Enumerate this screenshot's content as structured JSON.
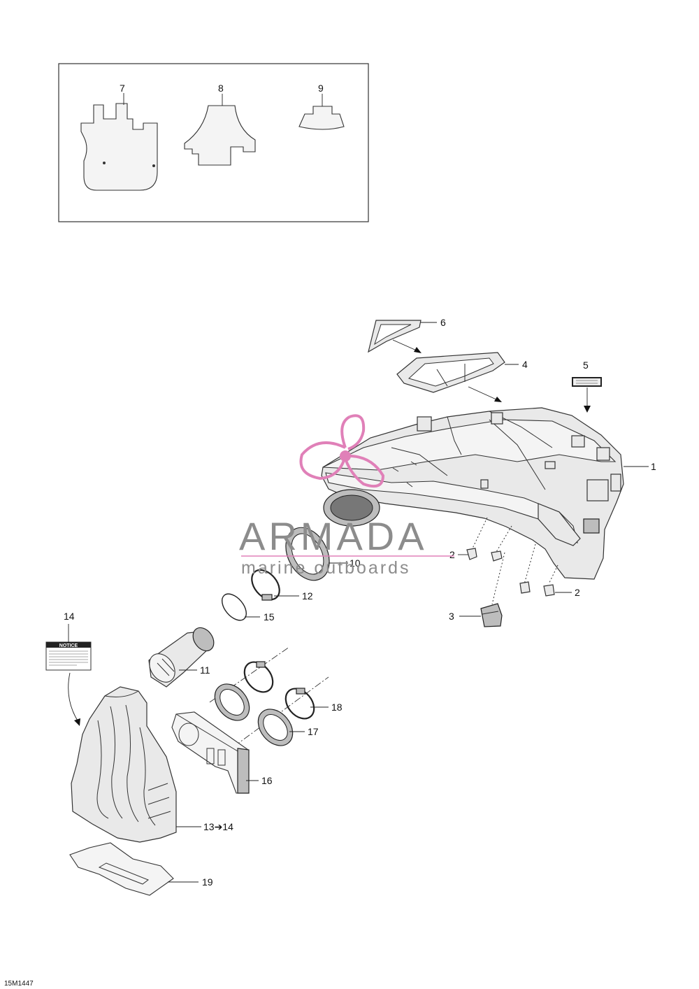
{
  "callouts": [
    {
      "id": "7",
      "text": "7"
    },
    {
      "id": "8",
      "text": "8"
    },
    {
      "id": "9",
      "text": "9"
    },
    {
      "id": "6",
      "text": "6"
    },
    {
      "id": "4",
      "text": "4"
    },
    {
      "id": "5",
      "text": "5"
    },
    {
      "id": "1",
      "text": "1"
    },
    {
      "id": "10",
      "text": "10"
    },
    {
      "id": "2a",
      "text": "2"
    },
    {
      "id": "2b",
      "text": "2"
    },
    {
      "id": "12",
      "text": "12"
    },
    {
      "id": "15",
      "text": "15"
    },
    {
      "id": "3",
      "text": "3"
    },
    {
      "id": "14",
      "text": "14"
    },
    {
      "id": "11",
      "text": "11"
    },
    {
      "id": "18",
      "text": "18"
    },
    {
      "id": "17",
      "text": "17"
    },
    {
      "id": "16",
      "text": "16"
    },
    {
      "id": "13",
      "text": "13➔14"
    },
    {
      "id": "19",
      "text": "19"
    }
  ],
  "watermark": {
    "brand": "ARMADA",
    "tagline": "marine outboards",
    "color": "#e080b8"
  },
  "notice_label": {
    "title": "NOTICE"
  },
  "figure_ref": "15M1447"
}
